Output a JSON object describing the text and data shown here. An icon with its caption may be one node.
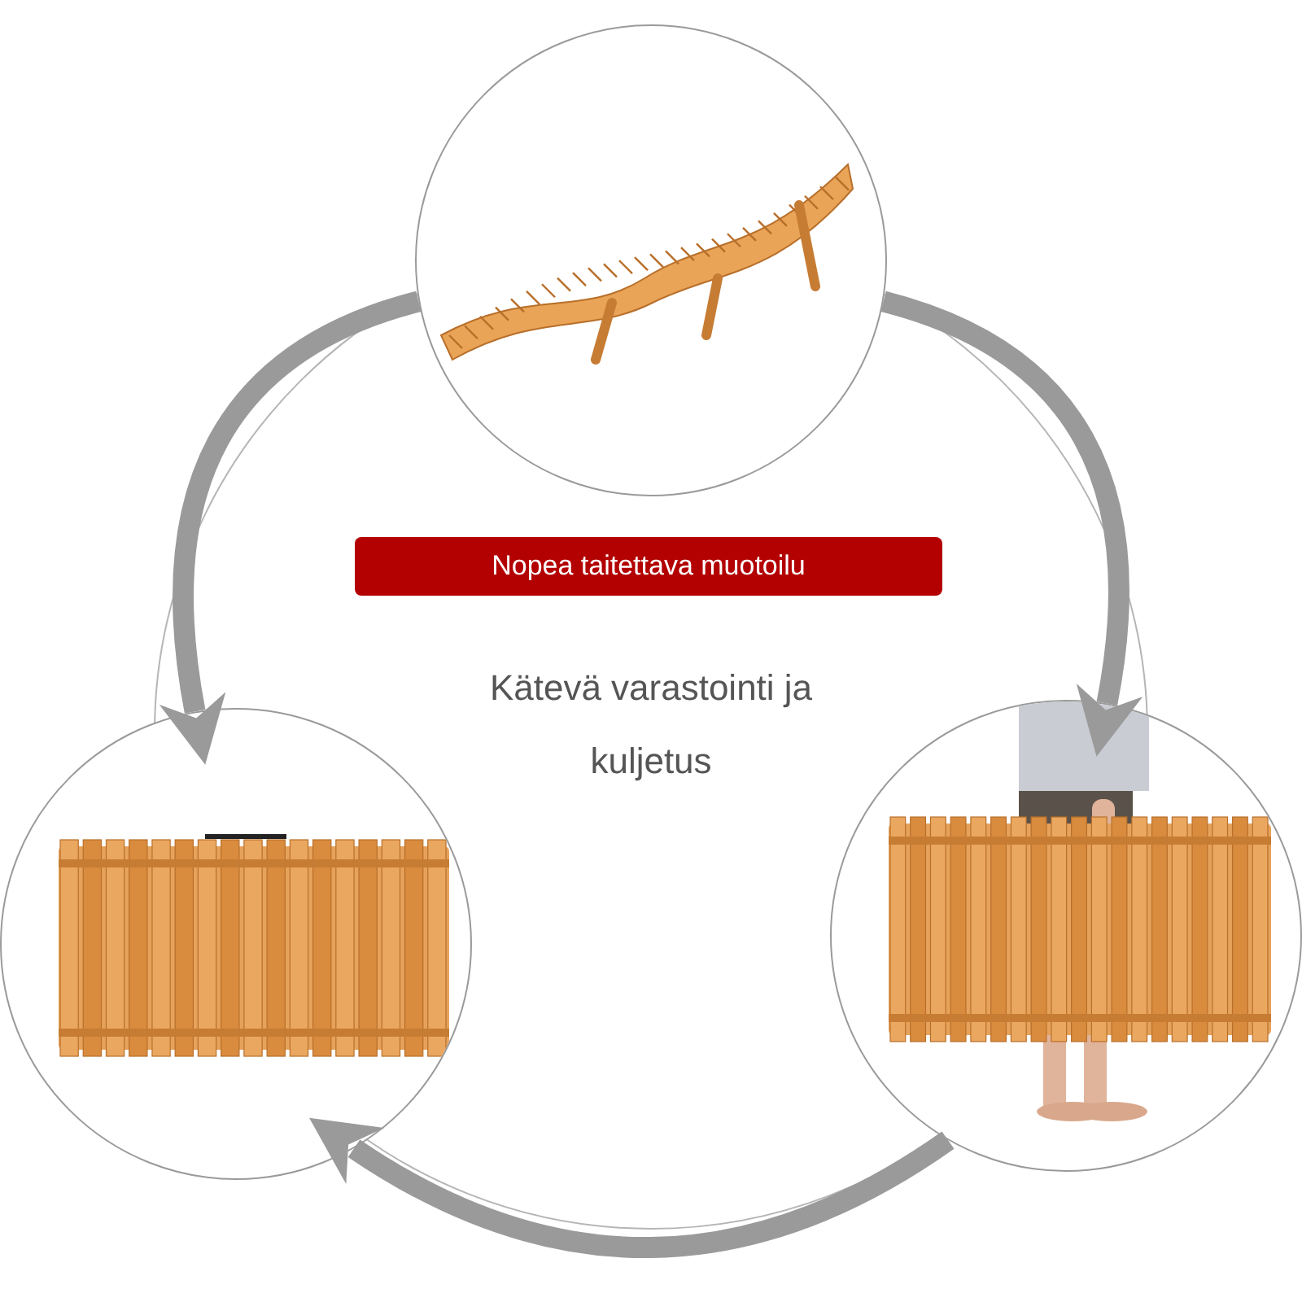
{
  "diagram": {
    "nodes": [
      {
        "text": [],
        "shape": "picture"
      },
      {
        "text": [],
        "shape": "picture"
      },
      {
        "text": [],
        "shape": "picture"
      },
      {
        "text": [
          "Nopea taitettava muotoilu"
        ]
      }
    ],
    "edges": [
      {
        "from": 0,
        "to": 2,
        "arrow": "to"
      },
      {
        "from": 2,
        "to": 1,
        "arrow": "to"
      },
      {
        "from": 0,
        "to": 1,
        "arrow": "to"
      }
    ],
    "labels": [
      "Kätevä varastointi ja kuljetus"
    ]
  }
}
